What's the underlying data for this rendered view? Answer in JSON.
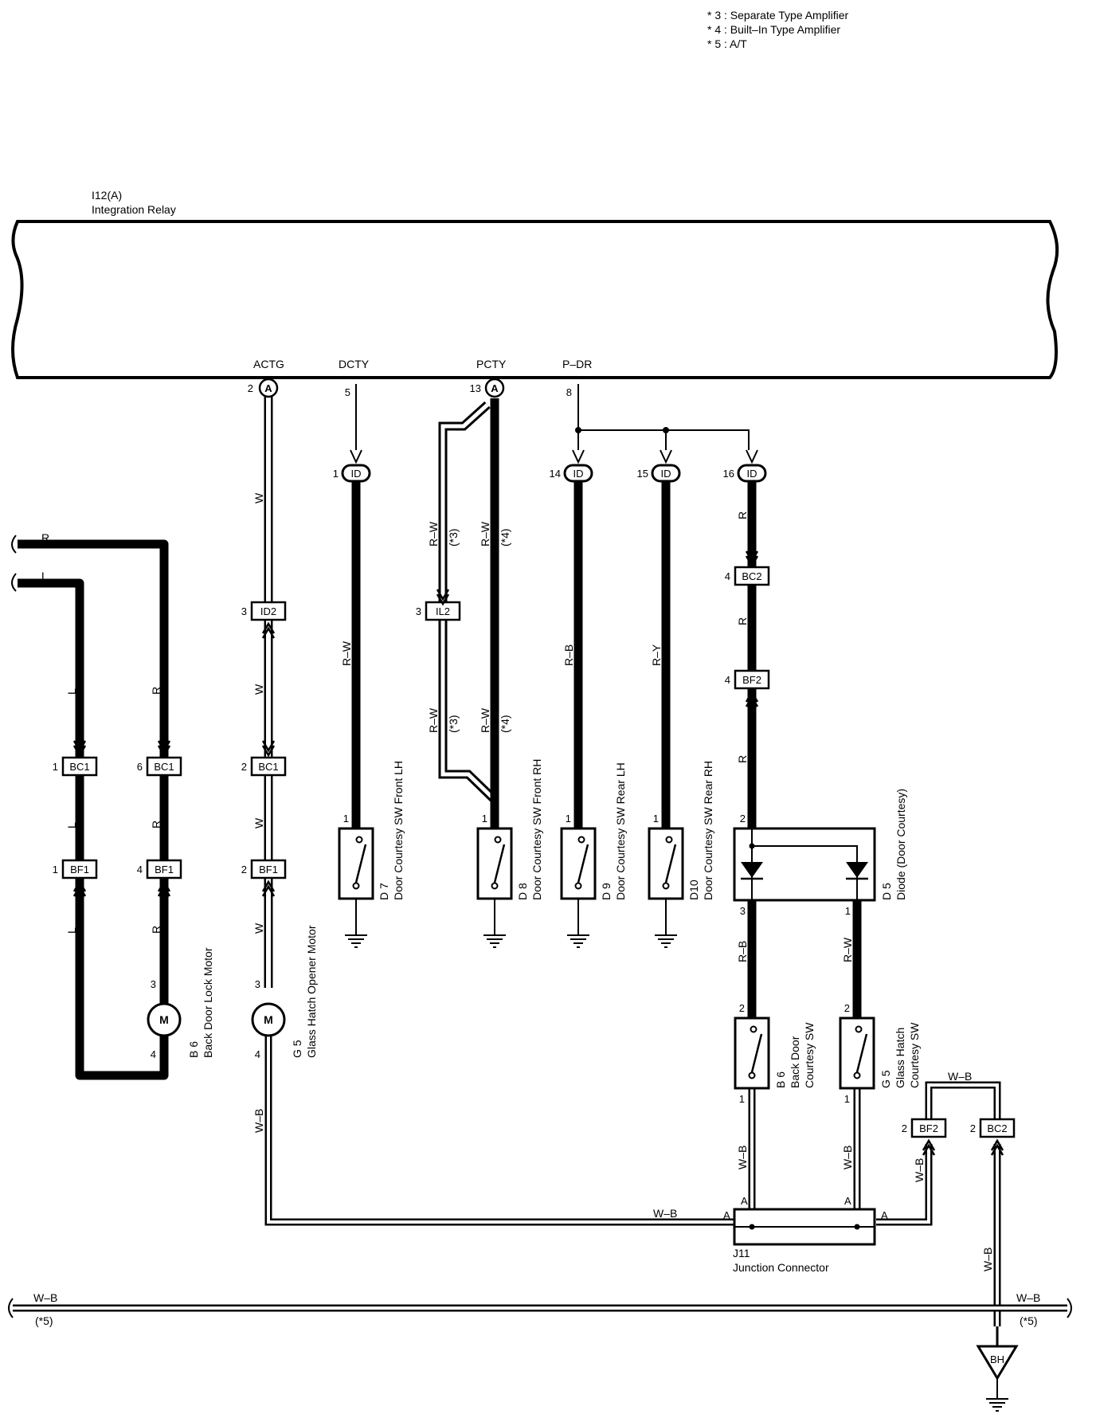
{
  "notes": [
    "* 3 : Separate Type Amplifier",
    "* 4 : Built–In Type Amplifier",
    "* 5 : A/T"
  ],
  "relay": {
    "code": "I12(A)",
    "name": "Integration Relay",
    "terminals": [
      {
        "name": "ACTG",
        "pin": "2",
        "connector": "A"
      },
      {
        "name": "DCTY",
        "pin": "5",
        "connector": ""
      },
      {
        "name": "PCTY",
        "pin": "13",
        "connector": "A"
      },
      {
        "name": "P–DR",
        "pin": "8",
        "connector": ""
      }
    ]
  },
  "connectors": {
    "id1": {
      "label": "ID",
      "pin": "1"
    },
    "id14": {
      "label": "ID",
      "pin": "14"
    },
    "id15": {
      "label": "ID",
      "pin": "15"
    },
    "id16": {
      "label": "ID",
      "pin": "16"
    },
    "id2_3": {
      "label": "ID2",
      "pin": "3"
    },
    "il2_3": {
      "label": "IL2",
      "pin": "3"
    },
    "bc1_1": {
      "label": "BC1",
      "pin": "1"
    },
    "bc1_6": {
      "label": "BC1",
      "pin": "6"
    },
    "bc1_2": {
      "label": "BC1",
      "pin": "2"
    },
    "bf1_1": {
      "label": "BF1",
      "pin": "1"
    },
    "bf1_4": {
      "label": "BF1",
      "pin": "4"
    },
    "bf1_2": {
      "label": "BF1",
      "pin": "2"
    },
    "bc2_4": {
      "label": "BC2",
      "pin": "4"
    },
    "bf2_4": {
      "label": "BF2",
      "pin": "4"
    },
    "bf2_2": {
      "label": "BF2",
      "pin": "2"
    },
    "bc2_2": {
      "label": "BC2",
      "pin": "2"
    }
  },
  "wire_colors": {
    "w": "W",
    "r": "R",
    "l": "L",
    "rw": "R–W",
    "rb": "R–B",
    "ry": "R–Y",
    "wb": "W–B",
    "note3": "(*3)",
    "note4": "(*4)",
    "note5": "(*5)"
  },
  "components": {
    "d7": {
      "code": "D 7",
      "name": "Door Courtesy SW Front LH"
    },
    "d8": {
      "code": "D 8",
      "name": "Door Courtesy SW Front RH"
    },
    "d9": {
      "code": "D 9",
      "name": "Door Courtesy SW Rear LH"
    },
    "d10": {
      "code": "D10",
      "name": "Door Courtesy SW Rear RH"
    },
    "d5": {
      "code": "D 5",
      "name": "Diode (Door Courtesy)"
    },
    "b6_motor": {
      "code": "B 6",
      "name": "Back Door Lock Motor"
    },
    "g5_motor": {
      "code": "G 5",
      "name": "Glass Hatch Opener Motor"
    },
    "b6_sw": {
      "code": "B 6",
      "name1": "Back Door",
      "name2": "Courtesy SW"
    },
    "g5_sw": {
      "code": "G 5",
      "name1": "Glass Hatch",
      "name2": "Courtesy SW"
    },
    "j11": {
      "code": "J11",
      "name": "Junction Connector",
      "terminal": "A"
    },
    "ground": {
      "label": "BH"
    },
    "motor_symbol": "M"
  },
  "pins": {
    "p1": "1",
    "p2": "2",
    "p3": "3",
    "p4": "4"
  }
}
